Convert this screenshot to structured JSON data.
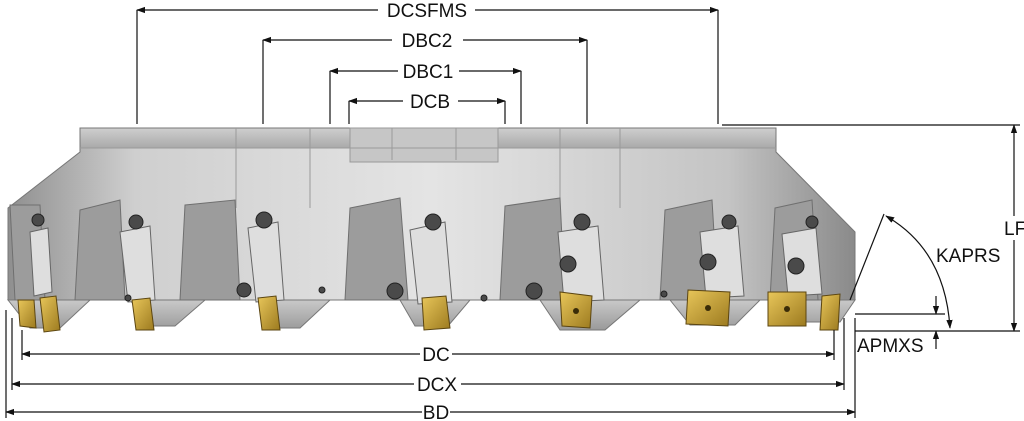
{
  "dimensions": {
    "dcsfms": "DCSFMS",
    "dbc2": "DBC2",
    "dbc1": "DBC1",
    "dcb": "DCB",
    "lf": "LF",
    "kaprs": "KAPRS",
    "apmxs": "APMXS",
    "dc": "DC",
    "dcx": "DCX",
    "bd": "BD"
  },
  "colors": {
    "line": "#111111",
    "body_light": "#d9d9d9",
    "body_mid": "#b3b3b3",
    "body_dark": "#7f7f7f",
    "insert_gold": "#c9a23a"
  }
}
